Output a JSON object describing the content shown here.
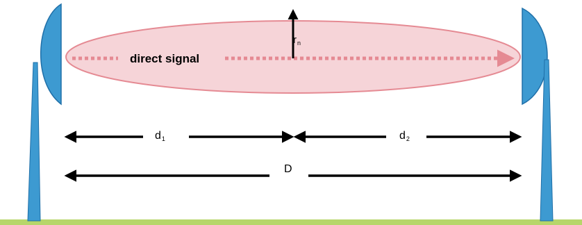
{
  "diagram": {
    "signal_label": "direct signal",
    "radius_label": {
      "base": "r",
      "sub": "n"
    },
    "distance_1": {
      "base": "d",
      "sub": "1"
    },
    "distance_2": {
      "base": "d",
      "sub": "2"
    },
    "total_distance": "D"
  },
  "colors": {
    "antenna": "#3d9ad1",
    "antenna_dark": "#1f6fa8",
    "ellipse_fill": "#f6d4d8",
    "ellipse_stroke": "#e58a93",
    "ground": "#b7d66a",
    "arrow": "#000000"
  }
}
